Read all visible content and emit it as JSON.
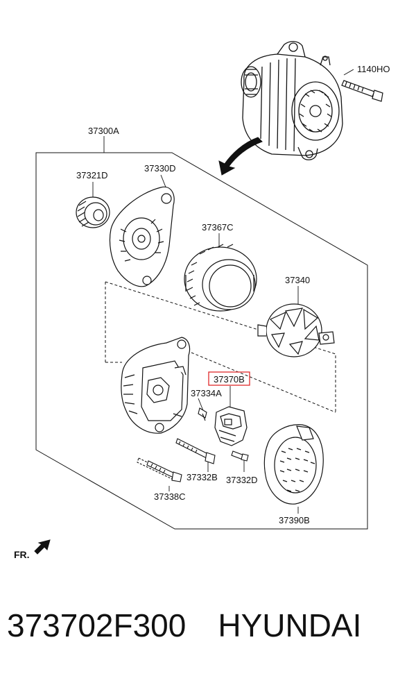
{
  "labels": {
    "p1140ho": "1140HO",
    "p37300a": "37300A",
    "p37321d": "37321D",
    "p37330d": "37330D",
    "p37367c": "37367C",
    "p37340": "37340",
    "p37370b": "37370B",
    "p37334a": "37334A",
    "p37332b": "37332B",
    "p37332d": "37332D",
    "p37338c": "37338C",
    "p37390b": "37390B"
  },
  "direction_label": "FR.",
  "footer": {
    "part_number": "373702F300",
    "brand": "HYUNDAI"
  },
  "colors": {
    "line": "#111111",
    "highlight": "#e0282a"
  }
}
